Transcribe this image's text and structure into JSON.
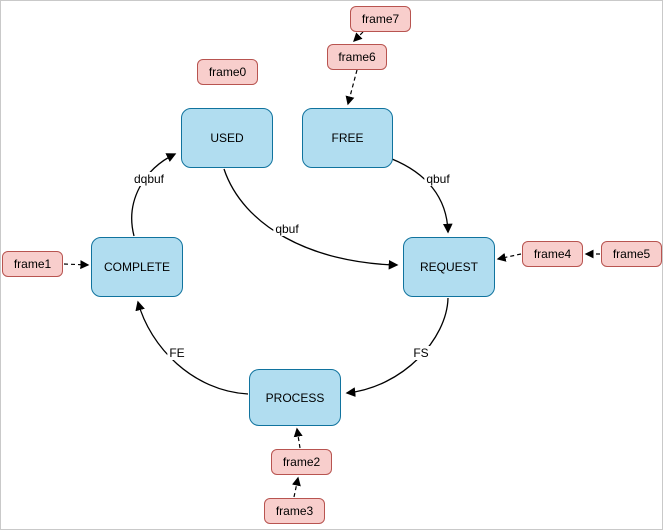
{
  "diagram": {
    "states": [
      {
        "id": "used",
        "label": "USED"
      },
      {
        "id": "free",
        "label": "FREE"
      },
      {
        "id": "complete",
        "label": "COMPLETE"
      },
      {
        "id": "request",
        "label": "REQUEST"
      },
      {
        "id": "process",
        "label": "PROCESS"
      }
    ],
    "frames": [
      {
        "id": "frame0",
        "label": "frame0"
      },
      {
        "id": "frame1",
        "label": "frame1"
      },
      {
        "id": "frame2",
        "label": "frame2"
      },
      {
        "id": "frame3",
        "label": "frame3"
      },
      {
        "id": "frame4",
        "label": "frame4"
      },
      {
        "id": "frame5",
        "label": "frame5"
      },
      {
        "id": "frame6",
        "label": "frame6"
      },
      {
        "id": "frame7",
        "label": "frame7"
      }
    ],
    "edges": [
      {
        "label": "dqbuf",
        "from": "COMPLETE",
        "to": "USED",
        "style": "solid"
      },
      {
        "label": "qbuf",
        "from": "USED",
        "to": "REQUEST",
        "style": "solid"
      },
      {
        "label": "qbuf",
        "from": "FREE",
        "to": "REQUEST",
        "style": "solid"
      },
      {
        "label": "FS",
        "from": "REQUEST",
        "to": "PROCESS",
        "style": "solid"
      },
      {
        "label": "FE",
        "from": "PROCESS",
        "to": "COMPLETE",
        "style": "solid"
      }
    ],
    "frame_links": [
      {
        "from": "frame7",
        "to": "frame6",
        "style": "dashed"
      },
      {
        "from": "frame6",
        "to": "FREE",
        "style": "dashed"
      },
      {
        "from": "frame1",
        "to": "COMPLETE",
        "style": "dashed"
      },
      {
        "from": "frame4",
        "to": "REQUEST",
        "style": "dashed"
      },
      {
        "from": "frame5",
        "to": "frame4",
        "style": "dashed"
      },
      {
        "from": "frame2",
        "to": "PROCESS",
        "style": "dashed"
      },
      {
        "from": "frame3",
        "to": "frame2",
        "style": "dashed"
      }
    ],
    "colors": {
      "state_fill": "#b1ddf0",
      "state_stroke": "#10739e",
      "frame_fill": "#f8cecc",
      "frame_stroke": "#b85450",
      "line": "#000000"
    }
  }
}
